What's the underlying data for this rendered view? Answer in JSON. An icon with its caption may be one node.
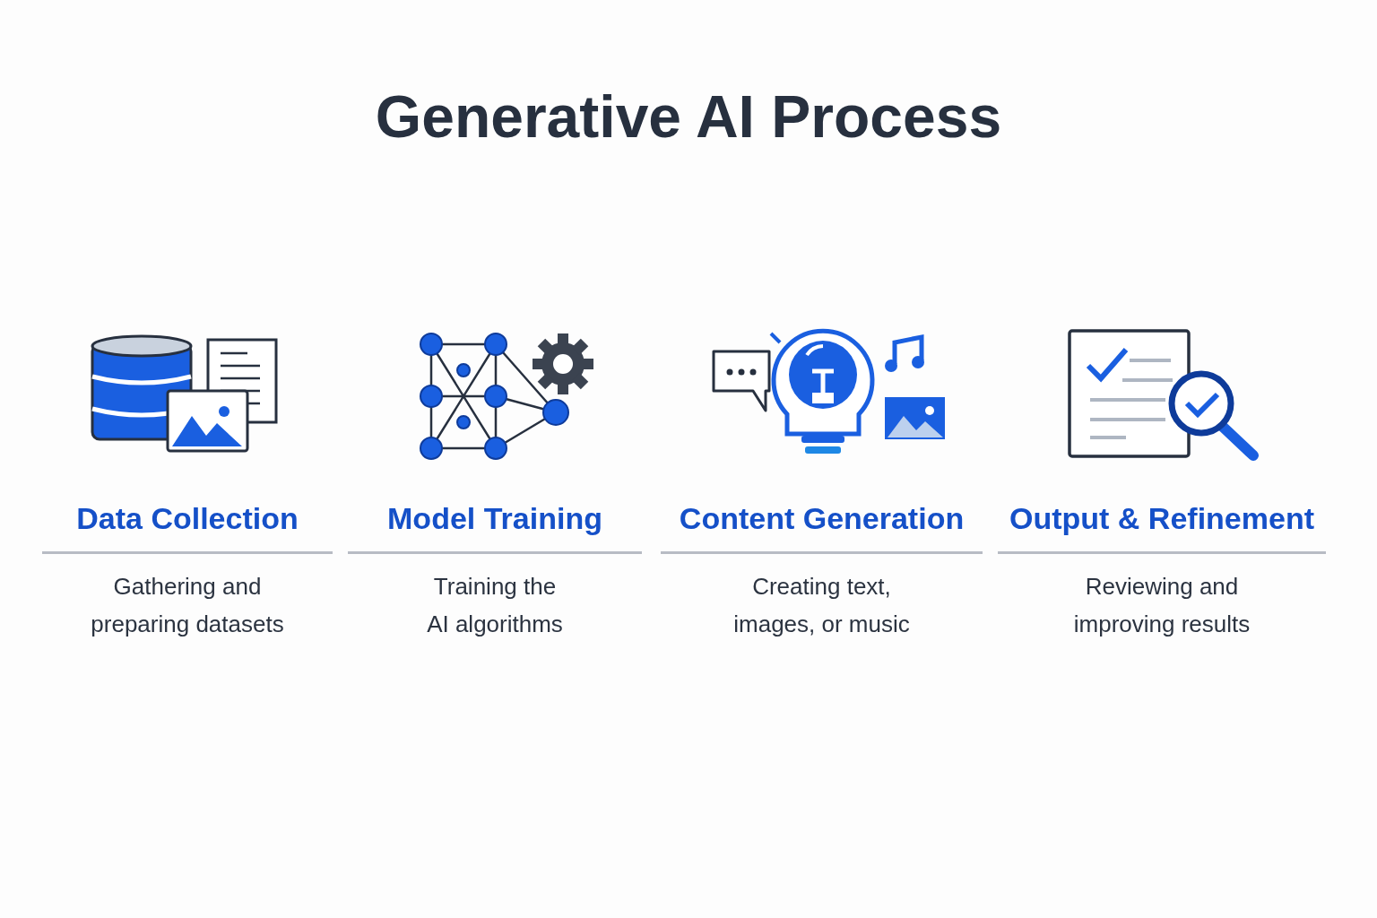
{
  "diagram": {
    "title": "Generative AI Process",
    "labels": [
      "Data Collection",
      "Gathering and preparing datasets",
      "Model Training",
      "Training the AI algorithms",
      "Content Generation",
      "Creating text, images, or music",
      "Output & Refinement",
      "Reviewing and improving results"
    ]
  }
}
